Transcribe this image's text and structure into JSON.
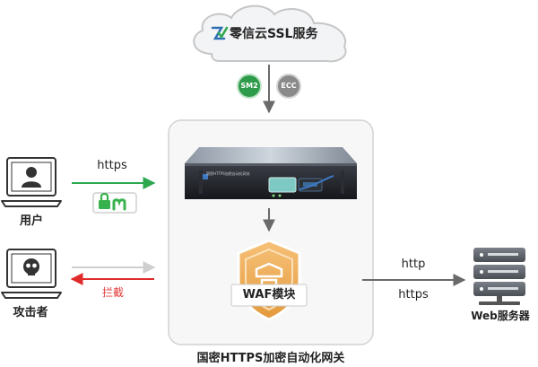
{
  "cloud": {
    "title": "零信云SSL服务"
  },
  "badges": {
    "sm2": "SM2",
    "ecc": "ECC"
  },
  "user": {
    "label": "用户",
    "protocol": "https"
  },
  "attacker": {
    "label": "攻击者",
    "blocked_label": "拦截"
  },
  "gateway": {
    "label": "国密HTTPS加密自动化网关",
    "device_text": "国密HTTPS加密自动化网关"
  },
  "waf": {
    "label": "WAF模块"
  },
  "server": {
    "label": "Web服务器",
    "protocol_top": "http",
    "protocol_bottom": "https"
  },
  "colors": {
    "cloud_fill": "#f3f4f5",
    "cloud_stroke": "#c6c6c6",
    "panel_fill": "#f7f7f7",
    "panel_stroke": "#d2d2d2",
    "green_arrow": "#2ea84f",
    "red_arrow": "#e02b2b",
    "gray_arrow": "#cfcfcf",
    "dark_arrow": "#6a6a6a",
    "sm2_green": "#2e9b4a",
    "ecc_gray": "#8a8a8a",
    "shield_orange": "#e8a54a",
    "lock_green": "#37b24d",
    "blocked_text_red": "#e23a3a"
  },
  "icons": {
    "logo": "zerossl-logo-icon",
    "lock": "padlock-icon",
    "user": "user-laptop-icon",
    "attacker": "skull-laptop-icon",
    "server": "server-rack-icon",
    "shield": "waf-shield-icon"
  }
}
